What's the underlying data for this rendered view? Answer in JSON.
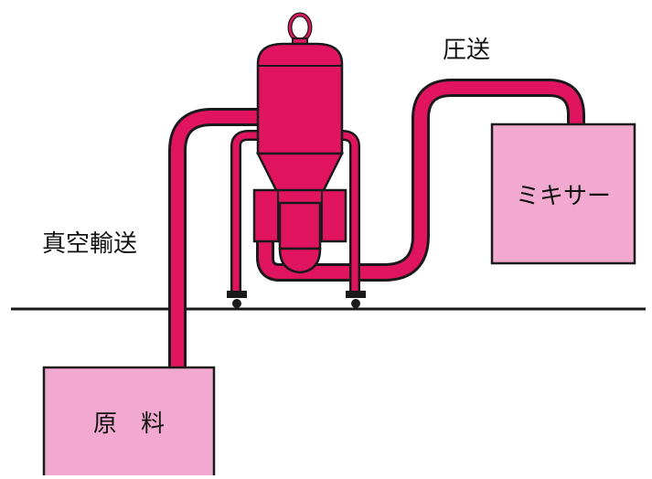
{
  "labels": {
    "pressure_feed": "圧送",
    "vacuum_transport": "真空輸送"
  },
  "boxes": {
    "mixer": "ミキサー",
    "raw_material": "原　料"
  },
  "colors": {
    "pipe": "#e0145f",
    "pipe_outline": "#1a1a1a",
    "box_fill": "#f2a9cf",
    "floor": "#1a1a1a"
  }
}
